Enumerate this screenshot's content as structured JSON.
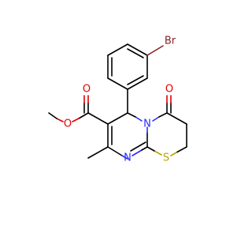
{
  "molecule": {
    "atoms": {
      "br": {
        "label": "Br",
        "color": "#8a2222"
      },
      "ester_o_double": {
        "label": "O",
        "color": "#e00000"
      },
      "ester_o_single": {
        "label": "O",
        "color": "#e00000"
      },
      "ketone_o": {
        "label": "O",
        "color": "#e00000"
      },
      "ring_n_bridge": {
        "label": "N",
        "color": "#2b2bff"
      },
      "ring_n_imine": {
        "label": "N",
        "color": "#2b2bff"
      },
      "ring_s": {
        "label": "S",
        "color": "#b8a400"
      }
    }
  }
}
